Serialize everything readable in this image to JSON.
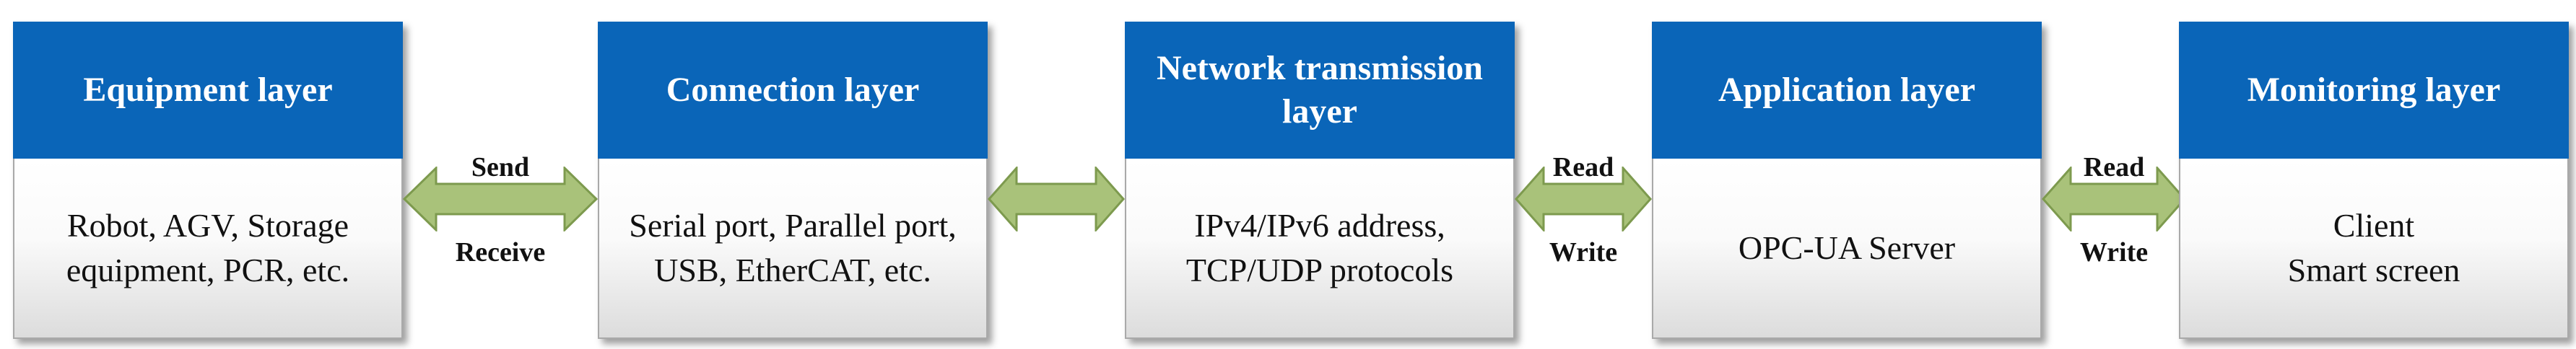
{
  "layers": [
    {
      "title": "Equipment layer",
      "body": "Robot, AGV, Storage equipment, PCR, etc."
    },
    {
      "title": "Connection layer",
      "body": "Serial port, Parallel port, USB, EtherCAT, etc."
    },
    {
      "title": "Network transmission layer",
      "body": "IPv4/IPv6 address, TCP/UDP protocols"
    },
    {
      "title": "Application layer",
      "body": "OPC-UA Server"
    },
    {
      "title": "Monitoring layer",
      "body": "Client\nSmart screen"
    }
  ],
  "connectors": [
    {
      "top_label": "Send",
      "bottom_label": "Receive"
    },
    {
      "top_label": "",
      "bottom_label": ""
    },
    {
      "top_label": "Read",
      "bottom_label": "Write"
    },
    {
      "top_label": "Read",
      "bottom_label": "Write"
    }
  ],
  "colors": {
    "header": "#0a65b8",
    "arrow_fill": "#a9c27a",
    "arrow_stroke": "#7d9a4e"
  }
}
